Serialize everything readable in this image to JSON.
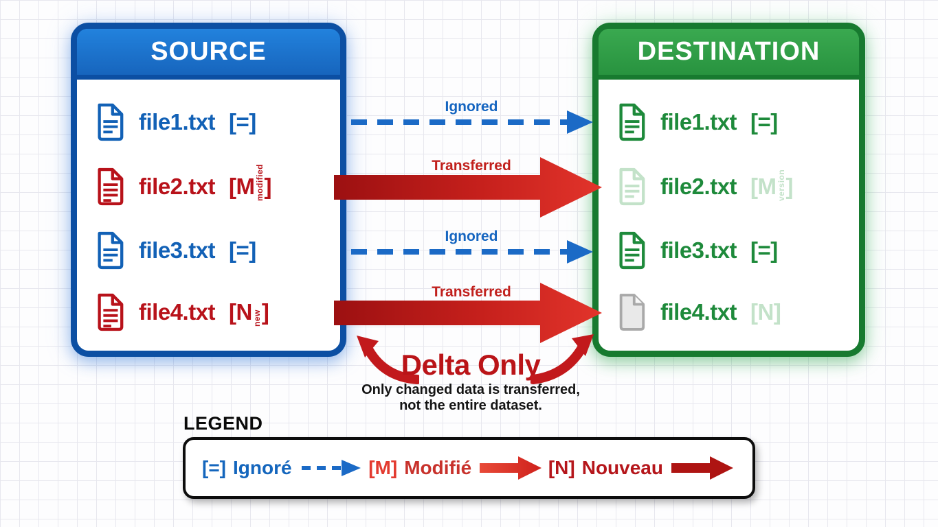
{
  "source": {
    "title": "SOURCE",
    "files": [
      {
        "name": "file1.txt",
        "tag_open": "[=]",
        "tag_vertical": "",
        "tag_close": ""
      },
      {
        "name": "file2.txt",
        "tag_open": "[M",
        "tag_vertical": "modified",
        "tag_close": "]"
      },
      {
        "name": "file3.txt",
        "tag_open": "[=]",
        "tag_vertical": "",
        "tag_close": ""
      },
      {
        "name": "file4.txt",
        "tag_open": "[N",
        "tag_vertical": "new",
        "tag_close": "]"
      }
    ]
  },
  "destination": {
    "title": "DESTINATION",
    "files": [
      {
        "name": "file1.txt",
        "tag_open": "[=]",
        "tag_vertical": "",
        "tag_close": ""
      },
      {
        "name": "file2.txt",
        "tag_open": "[M",
        "tag_vertical": "version",
        "tag_close": "]"
      },
      {
        "name": "file3.txt",
        "tag_open": "[=]",
        "tag_vertical": "",
        "tag_close": ""
      },
      {
        "name": "file4.txt",
        "tag_open": "[N]",
        "tag_vertical": "",
        "tag_close": ""
      }
    ]
  },
  "flows": [
    {
      "label": "Ignored",
      "type": "dashed-blue"
    },
    {
      "label": "Transferred",
      "type": "solid-red"
    },
    {
      "label": "Ignored",
      "type": "dashed-blue"
    },
    {
      "label": "Transferred",
      "type": "solid-red"
    }
  ],
  "delta": {
    "title": "Delta Only",
    "line1": "Only changed data is transferred,",
    "line2": "not the entire dataset."
  },
  "legend": {
    "title": "LEGEND",
    "items": [
      {
        "tag": "[=]",
        "label": "Ignoré",
        "arrow": "dashed-blue"
      },
      {
        "tag": "[M]",
        "label": "Modifié",
        "arrow": "solid-bright-red"
      },
      {
        "tag": "[N]",
        "label": "Nouveau",
        "arrow": "solid-dark-red"
      }
    ]
  },
  "colors": {
    "source_blue": "#1261b6",
    "source_border": "#0c4fa3",
    "source_header": "#1b72c9",
    "modified_red": "#b8121a",
    "dest_green": "#1e8a3b",
    "dest_border": "#177a2f",
    "dest_header": "#2f9e45",
    "faded_green": "#c3e2c9",
    "gray_icon_fill": "#e9e9e9",
    "gray_icon_stroke": "#a9a9a9",
    "arrow_red_dark": "#9c1011",
    "arrow_red_bright": "#e2342b",
    "delta_red": "#ba1418",
    "grid_line": "#e7e7ee"
  }
}
